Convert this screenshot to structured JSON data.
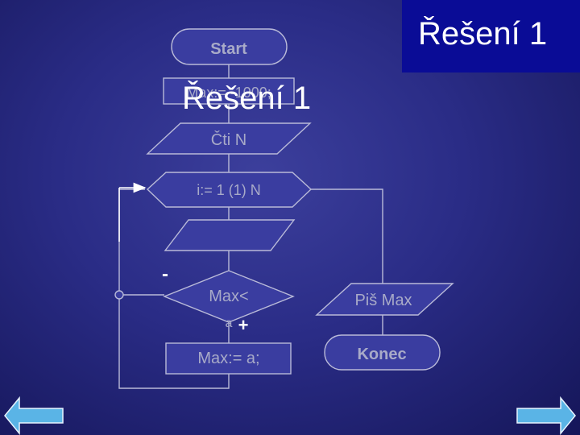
{
  "slide_title": "Řešení 1",
  "overlay_title": "Řešení 1",
  "flowchart": {
    "start": "Start",
    "init": "Max:= -1000;",
    "read_n": "Čti N",
    "loop": "i:= 1 (1) N",
    "read_a": "",
    "condition_line1": "Max<",
    "condition_line2": "a",
    "no_label": "-",
    "yes_label": "+",
    "assign": "Max:= a;",
    "print": "Piš Max",
    "end": "Konec"
  },
  "navigation": {
    "back_icon": "arrow-left-icon",
    "forward_icon": "arrow-right-icon",
    "color": "#5ab4e6"
  },
  "colors": {
    "shape_fill": "#3a3da0",
    "shape_stroke": "#b9bad8",
    "text": "#a8aac8",
    "title_box": "#0a0c96"
  }
}
